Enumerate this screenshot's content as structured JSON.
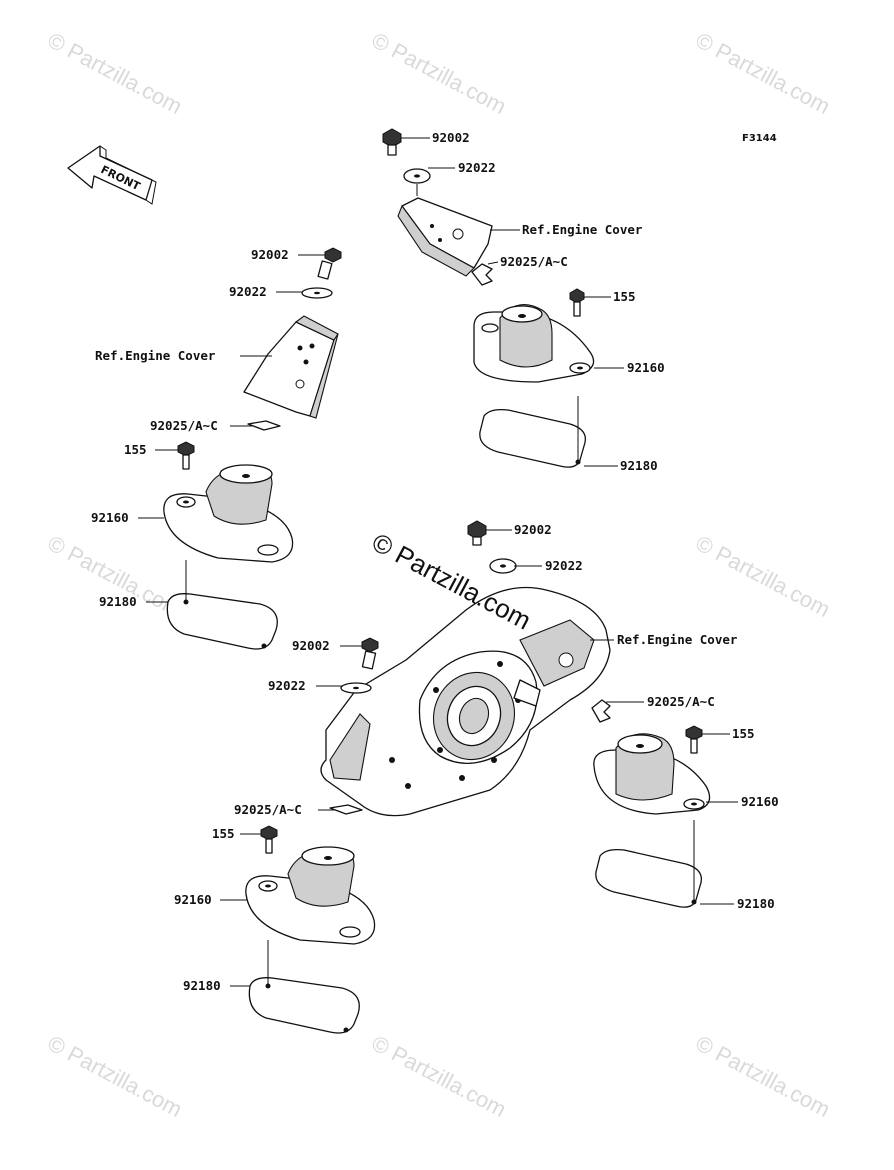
{
  "diagram": {
    "code": "F3144",
    "front_label": "FRONT",
    "watermark": "© Partzilla.com",
    "labels": {
      "a_92002": "92002",
      "a_92022": "92022",
      "a_ref": "Ref.Engine Cover",
      "a_92025": "92025/A~C",
      "a_155": "155",
      "a_92160": "92160",
      "a_92180": "92180",
      "b_92002": "92002",
      "b_92022": "92022",
      "b_ref": "Ref.Engine Cover",
      "b_92025": "92025/A~C",
      "b_155": "155",
      "b_92160": "92160",
      "b_92180": "92180",
      "c_92002": "92002",
      "c_92022": "92022",
      "c_ref": "Ref.Engine Cover",
      "c_92025": "92025/A~C",
      "c_155": "155",
      "c_92160": "92160",
      "c_92180": "92180",
      "d_92002": "92002",
      "d_92022": "92022",
      "d_92025": "92025/A~C",
      "d_155": "155",
      "d_92160": "92160",
      "d_92180": "92180"
    }
  }
}
